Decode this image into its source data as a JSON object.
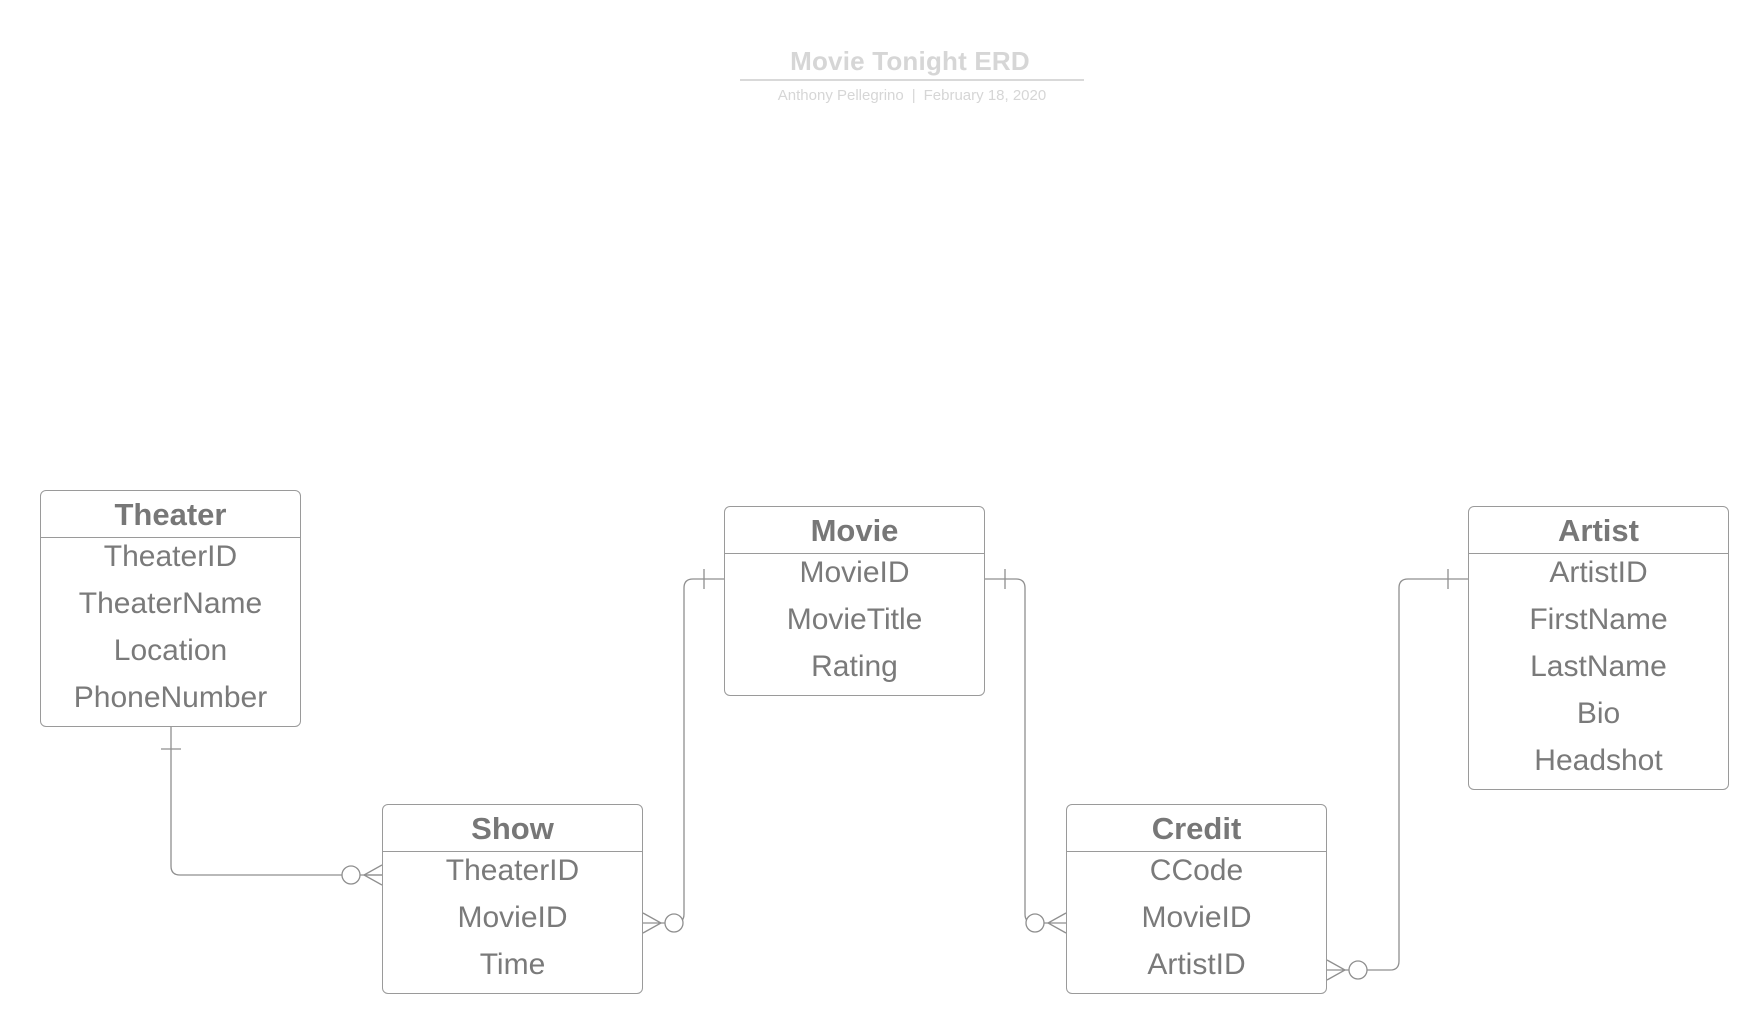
{
  "document": {
    "title": "Movie Tonight ERD",
    "author": "Anthony Pellegrino",
    "separator": "|",
    "date": "February 18, 2020"
  },
  "entities": {
    "theater": {
      "name": "Theater",
      "attributes": [
        "TheaterID",
        "TheaterName",
        "Location",
        "PhoneNumber"
      ]
    },
    "show": {
      "name": "Show",
      "attributes": [
        "TheaterID",
        "MovieID",
        "Time"
      ]
    },
    "movie": {
      "name": "Movie",
      "attributes": [
        "MovieID",
        "MovieTitle",
        "Rating"
      ]
    },
    "credit": {
      "name": "Credit",
      "attributes": [
        "CCode",
        "MovieID",
        "ArtistID"
      ]
    },
    "artist": {
      "name": "Artist",
      "attributes": [
        "ArtistID",
        "FirstName",
        "LastName",
        "Bio",
        "Headshot"
      ]
    }
  },
  "relationships": [
    {
      "from": "Theater",
      "from_cardinality": "one",
      "to": "Show",
      "to_cardinality": "zero-or-many"
    },
    {
      "from": "Movie",
      "from_cardinality": "one",
      "to": "Show",
      "to_cardinality": "zero-or-many"
    },
    {
      "from": "Movie",
      "from_cardinality": "one",
      "to": "Credit",
      "to_cardinality": "zero-or-many"
    },
    {
      "from": "Artist",
      "from_cardinality": "one",
      "to": "Credit",
      "to_cardinality": "zero-or-many"
    }
  ],
  "colors": {
    "line": "#8f8f8f",
    "entity_border": "#9a9a9a",
    "entity_text": "#777777",
    "title_text": "#d6d6d6"
  }
}
